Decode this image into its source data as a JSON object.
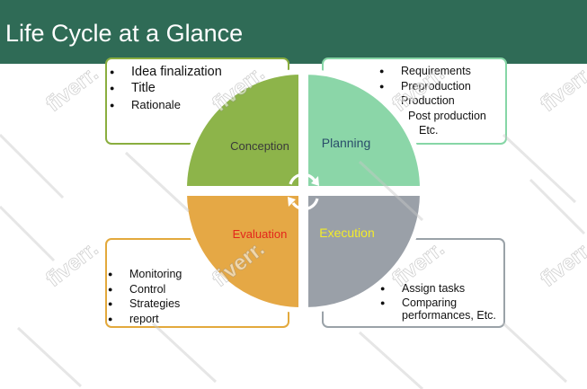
{
  "slide": {
    "title": "Life Cycle at a Glance"
  },
  "quadrants": {
    "conception": {
      "label": "Conception",
      "color": "#8db44a",
      "label_color": "#3a3a3a"
    },
    "planning": {
      "label": "Planning",
      "color": "#8bd6a8",
      "label_color": "#2a4d6a"
    },
    "evaluation": {
      "label": "Evaluation",
      "color": "#e5a845",
      "label_color": "#e3261b"
    },
    "execution": {
      "label": "Execution",
      "color": "#9aa0a8",
      "label_color": "#f3ec2a"
    }
  },
  "boxes": {
    "conception": {
      "items": [
        "Idea finalization",
        "Title",
        "Rationale"
      ]
    },
    "planning": {
      "items": [
        "Requirements",
        "Preproduction",
        "Production",
        "Post production",
        "Etc."
      ]
    },
    "evaluation": {
      "items": [
        "Monitoring",
        "Control",
        "Strategies",
        "report"
      ]
    },
    "execution": {
      "items": [
        "Assign tasks",
        "Comparing performances, Etc."
      ]
    }
  },
  "watermark": {
    "text": "fiverr."
  },
  "colors": {
    "header_bg": "#2f6b56",
    "header_text": "#ffffff"
  }
}
